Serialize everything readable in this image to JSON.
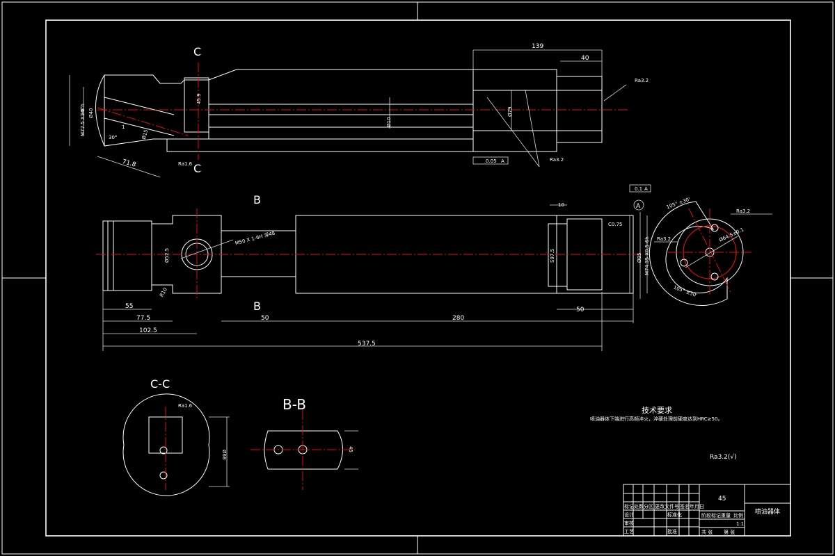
{
  "views": {
    "top_section_label_top": "C",
    "top_section_label_bottom": "C",
    "main_section_label_top": "B",
    "main_section_label_bottom": "B",
    "section_cc_title": "C-C",
    "section_bb_title": "B-B",
    "datum_label": "A"
  },
  "dimensions_top": {
    "d139": "139",
    "d40": "40",
    "d45_9": "45.9",
    "d10": "Ø10",
    "d79": "Ø79",
    "d40dia": "Ø40",
    "d30deg": "30°",
    "d30deg2": "30°",
    "d71_8": "71.8",
    "dM77": "M77.5 X1-6 h",
    "d15": "Ø15",
    "d1": "1",
    "tol": "0.05",
    "tol_ref": "A",
    "rough1": "Ra3.2",
    "rough2": "Ra1.6",
    "rough3": "Ra3.2"
  },
  "dimensions_main": {
    "d10": "10",
    "d55": "55",
    "d77_5": "77.5",
    "d102_5": "102.5",
    "d50a": "50",
    "d280": "280",
    "d50b": "50",
    "d537_5": "537.5",
    "dM50": "M50 X 1-6H 深48",
    "d52": "Ø52.5",
    "dR10": "R10",
    "dS97": "S97.5",
    "dC0_75": "C0.75",
    "dM74": "M74.35 X0.5-6h",
    "d85": "Ø85",
    "tol_top": "0.1",
    "tol_top_ref": "A"
  },
  "end_view": {
    "ang1": "105° ±30'",
    "ang2": "105° ±30'",
    "hole": "Ø64.5±0.1",
    "note1": "Ra3.2",
    "note2": "Ra3.2"
  },
  "section_cc": {
    "rough": "Ra1.6",
    "dim": "Ø68"
  },
  "section_bb": {
    "dim": "45"
  },
  "technical": {
    "title": "技术要求",
    "line": "喷油器体下端进行高频淬火，淬硬处理前硬度达到HRC≥50。",
    "rough_mark": "Ra3.2(√)"
  },
  "title_block": {
    "material": "45",
    "part_name": "喷油器体",
    "scale": "1:1",
    "headers": [
      "标记",
      "处数",
      "分区",
      "更改文件号",
      "签名",
      "年月日"
    ],
    "rows": [
      "设计",
      "审核",
      "工艺"
    ],
    "std": "标准化",
    "approve": "批准",
    "stage": "阶段标记",
    "weight": "重量",
    "ratio": "比例",
    "sheet_total": "共 张",
    "sheet_no": "第 张"
  }
}
